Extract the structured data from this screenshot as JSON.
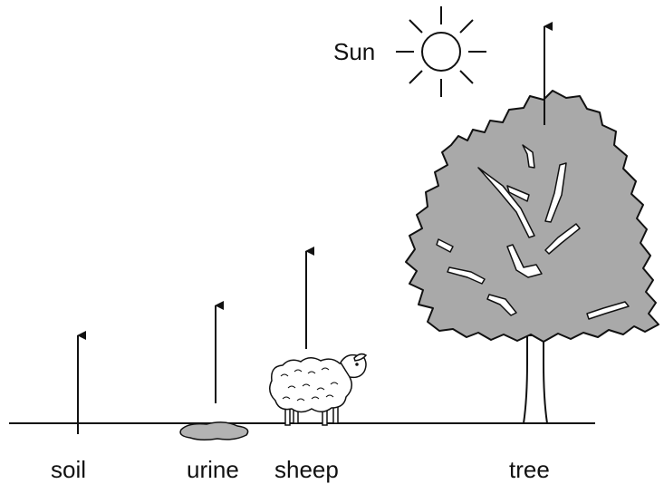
{
  "labels": {
    "sun": "Sun",
    "soil": "soil",
    "urine": "urine",
    "sheep": "sheep",
    "tree": "tree"
  },
  "colors": {
    "ink": "#111111",
    "foliage": "#a9a9a9",
    "urine_puddle": "#b3b3b3",
    "sheep_wool": "#ffffff"
  },
  "icons": [
    "sun-icon",
    "sheep-illustration",
    "tree-illustration",
    "urine-puddle",
    "up-arrow"
  ]
}
